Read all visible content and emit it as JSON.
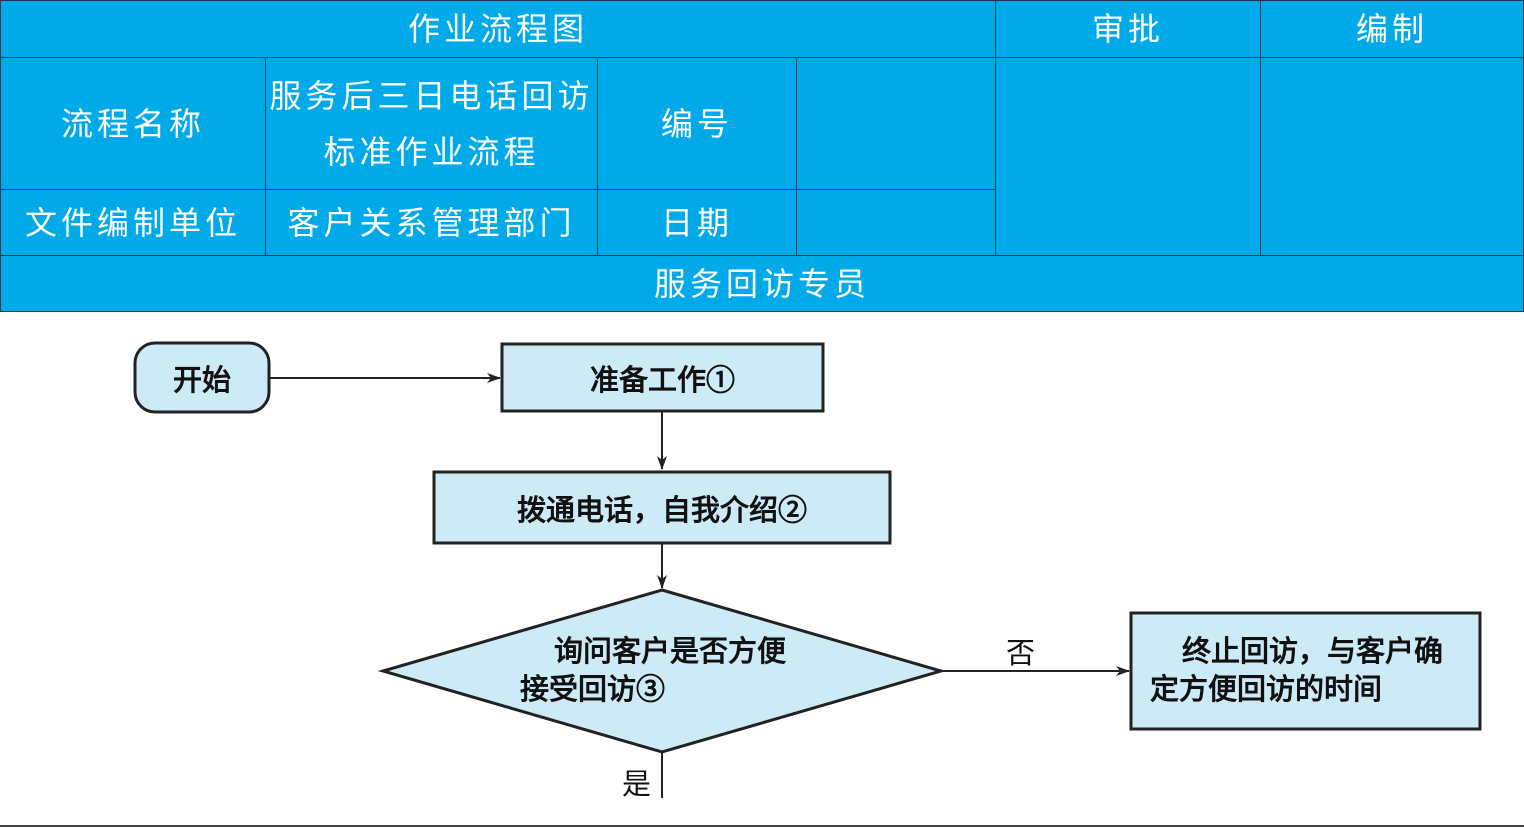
{
  "header": {
    "title": "作业流程图",
    "approve": "审批",
    "compile": "编制",
    "process_name_label": "流程名称",
    "process_name_value_line1": "服务后三日电话回访",
    "process_name_value_line2": "标准作业流程",
    "number_label": "编号",
    "number_value": "",
    "unit_label": "文件编制单位",
    "unit_value": "客户关系管理部门",
    "date_label": "日期",
    "date_value": "",
    "role": "服务回访专员"
  },
  "flow": {
    "start": "开始",
    "step1": "准备工作①",
    "step2": "拨通电话，自我介绍②",
    "decision_line1": "询问客户是否方便",
    "decision_line2": "接受回访③",
    "no_label": "否",
    "yes_label": "是",
    "end_line1": "终止回访，与客户确",
    "end_line2": "定方便回访的时间"
  },
  "colors": {
    "header_blue": "#00a9e7",
    "node_fill": "#cdeaf7",
    "stroke": "#222222"
  }
}
